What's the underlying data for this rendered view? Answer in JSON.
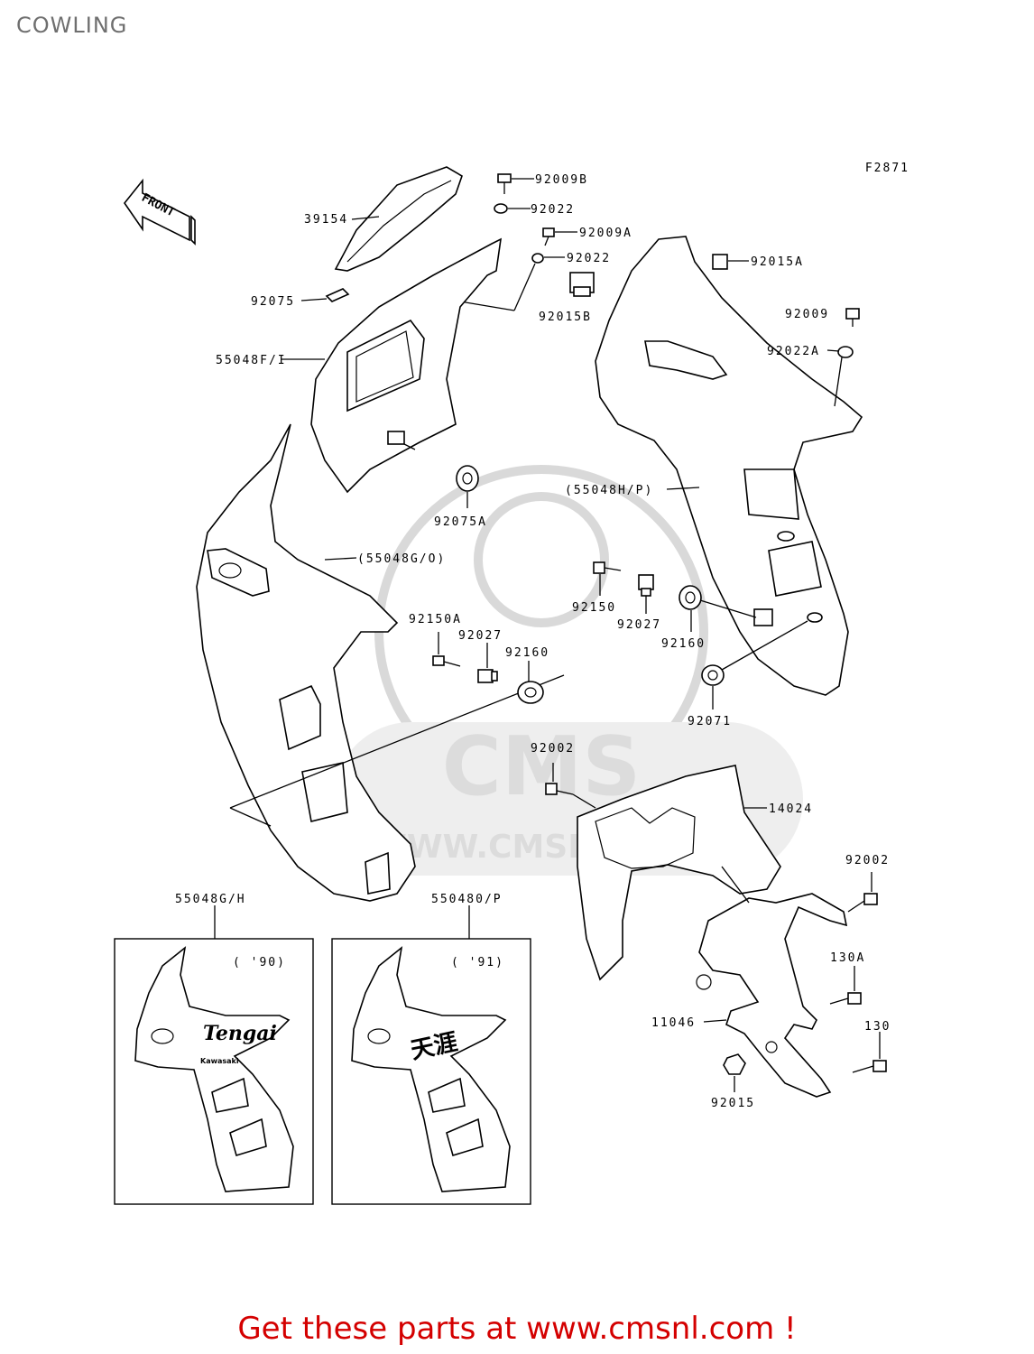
{
  "page": {
    "title": "COWLING",
    "figure_code": "F2871",
    "front_arrow_label": "FRONT",
    "watermark_logo": "CMS",
    "watermark_url": "WWW.CMSNL.COM",
    "footer_link": "Get these parts at www.cmsnl.com !",
    "accent_color": "#d40000"
  },
  "labels": {
    "p92009B": "92009B",
    "p92022a": "92022",
    "p92009A": "92009A",
    "p92022b": "92022",
    "p39154": "39154",
    "p92075": "92075",
    "p92015B": "92015B",
    "p55048FI": "55048F/I",
    "p92015A": "92015A",
    "p92009": "92009",
    "p92022A": "92022A",
    "p55048HP": "(55048H/P)",
    "p92075A": "92075A",
    "p55048GO": "(55048G/O)",
    "p92150": "92150",
    "p92027b": "92027",
    "p92160b": "92160",
    "p92150A": "92150A",
    "p92027a": "92027",
    "p92160a": "92160",
    "p92071": "92071",
    "p92002a": "92002",
    "p14024": "14024",
    "p92002b": "92002",
    "p130A": "130A",
    "p11046": "11046",
    "p130": "130",
    "p92015": "92015",
    "p55048GH": "55048G/H",
    "p55048OP": "550480/P"
  },
  "insets": {
    "left_year": "( '90)",
    "right_year": "( '91)",
    "left_decal": "Tengai",
    "left_brand": "Kawasaki",
    "right_decal": "天涯"
  }
}
